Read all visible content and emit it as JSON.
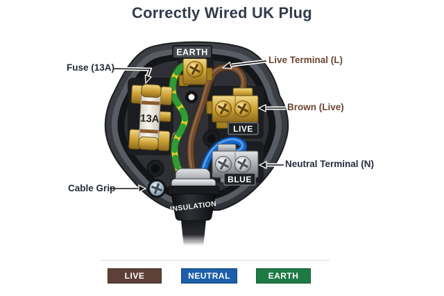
{
  "title": "Correctly Wired UK Plug",
  "callouts": {
    "fuse": "Fuse (13A)",
    "live_terminal": "Live Terminal (L)",
    "brown_live": "Brown (Live)",
    "neutral_terminal": "Neutral Terminal (N)",
    "cable_grip": "Cable Grip"
  },
  "plug": {
    "earth_label": "EARTH",
    "live_label": "LIVE",
    "blue_label": "BLUE",
    "insulation_label": "INSULATION",
    "fuse_rating": "13A"
  },
  "legend": {
    "items": [
      {
        "label": "LIVE",
        "color": "#5d4037"
      },
      {
        "label": "NEUTRAL",
        "color": "#1b5faa"
      },
      {
        "label": "EARTH",
        "color": "#1e7a45"
      }
    ]
  },
  "colors": {
    "title_text": "#323b4d",
    "dark_label_text": "#252b38",
    "brown_label_text": "#6b4531",
    "plug_body": "#3a3d43",
    "brass": "#c79a2e",
    "silver": "#a9adb3",
    "wire_brown": "#6f4a30",
    "wire_blue": "#1668c8",
    "wire_green": "#2f9c35",
    "wire_yellow": "#e3cf2c"
  }
}
